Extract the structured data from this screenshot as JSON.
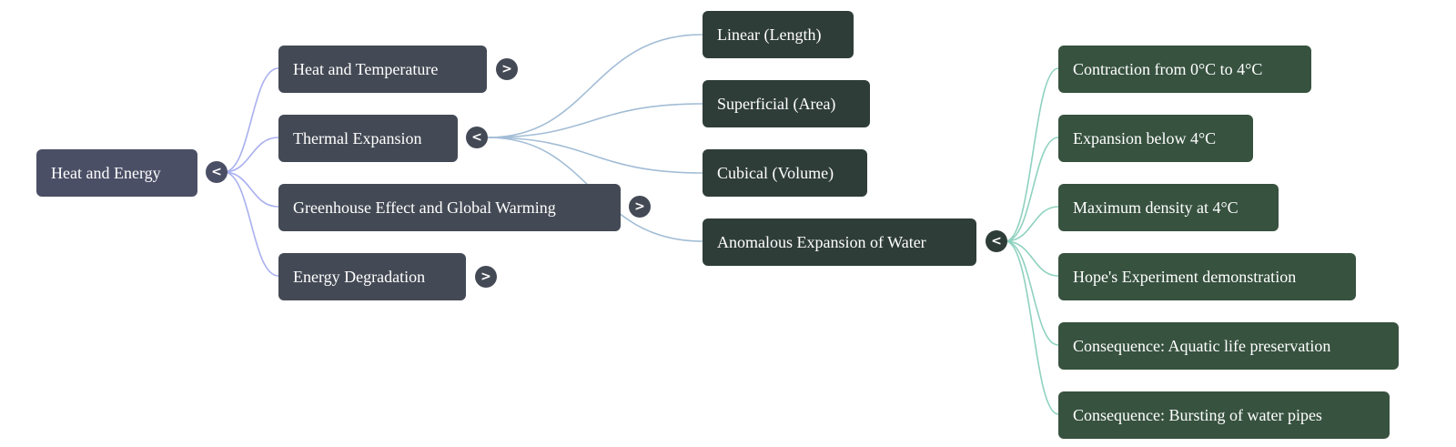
{
  "root": {
    "label": "Heat and Energy",
    "toggle": "<"
  },
  "level1": [
    {
      "label": "Heat and Temperature",
      "toggle": ">"
    },
    {
      "label": "Thermal Expansion",
      "toggle": "<"
    },
    {
      "label": "Greenhouse Effect and Global Warming",
      "toggle": ">"
    },
    {
      "label": "Energy Degradation",
      "toggle": ">"
    }
  ],
  "level2": [
    {
      "label": "Linear (Length)"
    },
    {
      "label": "Superficial (Area)"
    },
    {
      "label": "Cubical (Volume)"
    },
    {
      "label": "Anomalous Expansion of Water",
      "toggle": "<"
    }
  ],
  "level3": [
    {
      "label": "Contraction from 0°C to 4°C"
    },
    {
      "label": "Expansion below 4°C"
    },
    {
      "label": "Maximum density at 4°C"
    },
    {
      "label": "Hope's Experiment demonstration"
    },
    {
      "label": "Consequence: Aquatic life preservation"
    },
    {
      "label": "Consequence: Bursting of water pipes"
    }
  ],
  "colors": {
    "root_edge": "#a9b0ee",
    "thermal_edge": "#a3bdd6",
    "water_edge": "#8fd1bf"
  }
}
